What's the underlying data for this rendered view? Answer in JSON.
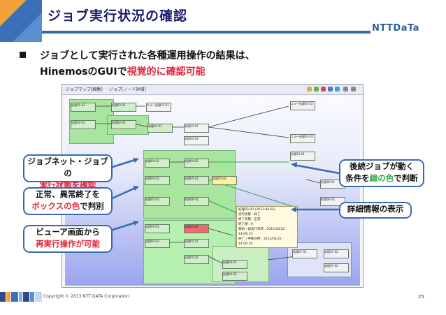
{
  "slide": {
    "title": "ジョブ実行状況の確認",
    "brand": "NTTDaTa",
    "bullet_line1": "ジョブとして実行された各種運用操作の結果は、",
    "bullet_line2_plain": "HinemosのGUIで",
    "bullet_line2_red": "視覚的に確認可能",
    "copyright": "Copyright © 2013 NTT DATA Corporation",
    "page_number": "25"
  },
  "callouts": {
    "c1_l1": "ジョブネット・ジョブの",
    "c1_l2": "実行状態を確認",
    "c2_l1": "正常、異常終了を",
    "c2_l2_red": "ボックスの色",
    "c2_l2_rest": "で判別",
    "c3_l1": "ビューア画面から",
    "c3_l2": "再実行操作が可能",
    "c4_l1": "後続ジョブが動く",
    "c4_l2_a": "条件を",
    "c4_l2_green": "線の色",
    "c4_l2_b": "で判断",
    "c5": "詳細情報の表示"
  },
  "screenshot": {
    "tab1": "ジョブマップ[編集]",
    "tab2": "ジョブ[ノード詳細]",
    "popup_lines": [
      "処理03-03 (2013-04-03)",
      "実行状態 : 終了",
      "終了状態 : 正常",
      "終了値 : 0",
      "開始・再実行日時 : 2012/04/22 14:06:13",
      "終了・中断日時 : 2012/04/22 14:06:16"
    ],
    "job_labels": [
      "処理01-01",
      "処理02-01",
      "処理02-02",
      "処理02-03",
      "エラー処理01-01",
      "エラー処理01-02",
      "処理03-01",
      "処理03-02",
      "処理03-03",
      "処理03-04",
      "処理04-01",
      "処理04-02",
      "処理04-03",
      "処理05-01",
      "処理05-02",
      "処理05-03",
      "処理06-01",
      "処理06-02",
      "処理06-03",
      "処理07-01",
      "処理07-02"
    ]
  },
  "colors": {
    "accent_red": "#e0283c",
    "accent_green": "#2da84a",
    "callout_border": "#3a6bb0",
    "title_line": "#2f6aa8"
  }
}
